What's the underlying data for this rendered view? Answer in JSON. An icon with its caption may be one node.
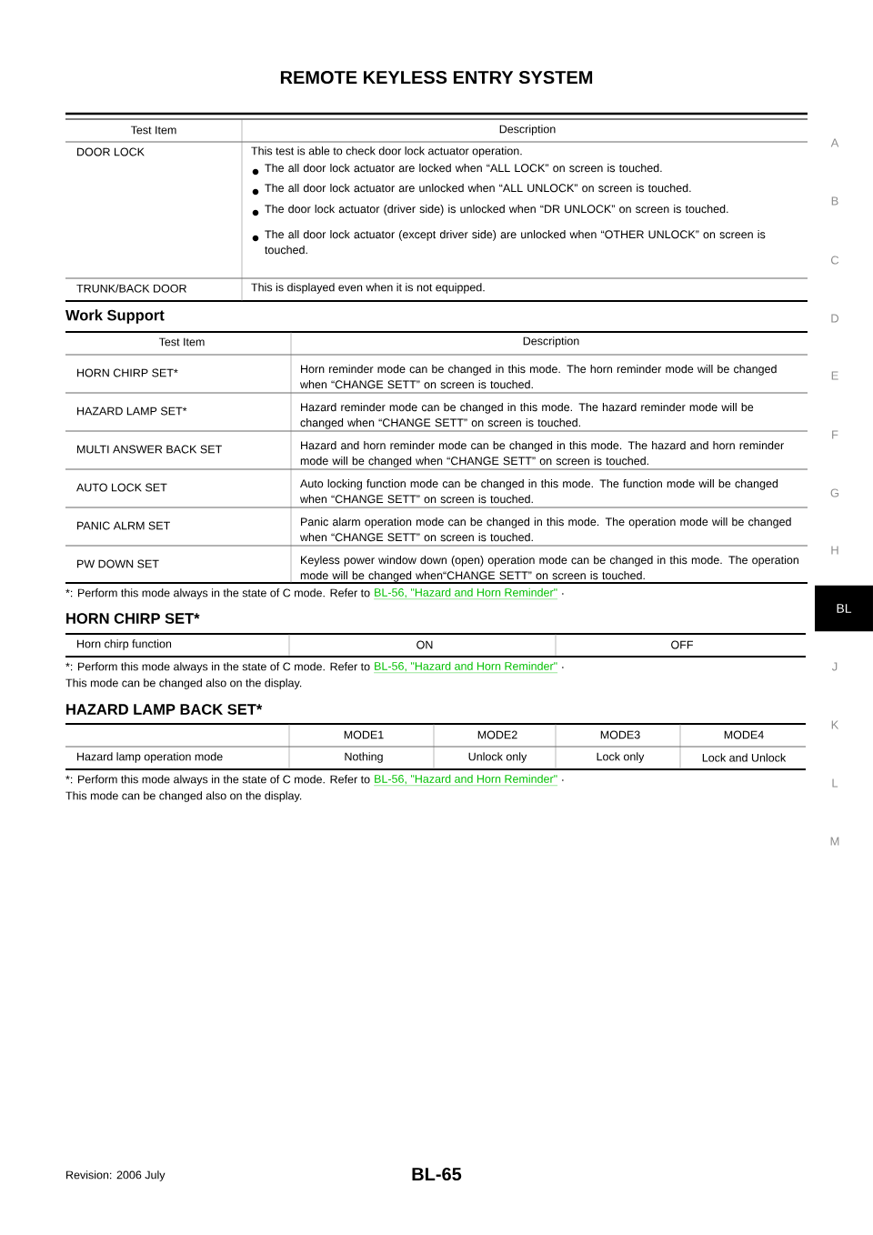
{
  "diagram": {
    "title": "REMOTE KEYLESS ENTRY SYSTEM",
    "labels": [
      "Test Item",
      "Description",
      "DOOR LOCK",
      "This test is able to check door lock actuator operation.",
      "The all door lock actuator are locked when “ALL LOCK” on screen is touched.",
      "The all door lock actuator are unlocked when “ALL UNLOCK” on screen is touched.",
      "The door lock actuator (driver side) is unlocked when “DR UNLOCK” on screen is touched.",
      "The all door lock actuator (except driver side) are unlocked when “OTHER UNLOCK” on screen is touched.",
      "TRUNK/BACK DOOR",
      "This is displayed even when it is not equipped.",
      "Work Support",
      "Test Item",
      "Description",
      "HORN CHIRP SET*",
      "Horn reminder mode can be changed in this mode. The horn reminder mode will be changed when “CHANGE SETT” on screen is touched.",
      "HAZARD LAMP SET*",
      "Hazard reminder mode can be changed in this mode. The hazard reminder mode will be changed when “CHANGE SETT” on screen is touched.",
      "MULTI ANSWER BACK SET",
      "Hazard and horn reminder mode can be changed in this mode. The hazard and horn reminder mode will be changed when “CHANGE SETT” on screen is touched.",
      "AUTO LOCK SET",
      "Auto locking function mode can be changed in this mode. The function mode will be changed when “CHANGE SETT” on screen is touched.",
      "PANIC ALRM SET",
      "Panic alarm operation mode can be changed in this mode. The operation mode will be changed when “CHANGE SETT” on screen is touched.",
      "PW DOWN SET",
      "Keyless power window down (open) operation mode can be changed in this mode. The operation mode will be changed when“CHANGE SETT” on screen is touched.",
      "*: Perform this mode always in the state of C mode. Refer to",
      "BL-56, \"Hazard and Horn Reminder\"",
      ".",
      "HORN CHIRP SET*",
      "Horn chirp function",
      "ON",
      "OFF",
      "*: Perform this mode always in the state of C mode. Refer to",
      "BL-56, \"Hazard and Horn Reminder\"",
      ".",
      "This mode can be changed also on the display.",
      "HAZARD LAMP BACK SET*",
      "MODE1",
      "MODE2",
      "MODE3",
      "MODE4",
      "Hazard lamp operation mode",
      "Nothing",
      "Unlock only",
      "Lock only",
      "Lock and Unlock",
      "*: Perform this mode always in the state of C mode. Refer to",
      "BL-56, \"Hazard and Horn Reminder\"",
      ".",
      "This mode can be changed also on the display.",
      "A",
      "B",
      "C",
      "D",
      "E",
      "F",
      "G",
      "H",
      "BL",
      "J",
      "K",
      "L",
      "M",
      "Revision: 2006 July",
      "BL-65"
    ]
  }
}
